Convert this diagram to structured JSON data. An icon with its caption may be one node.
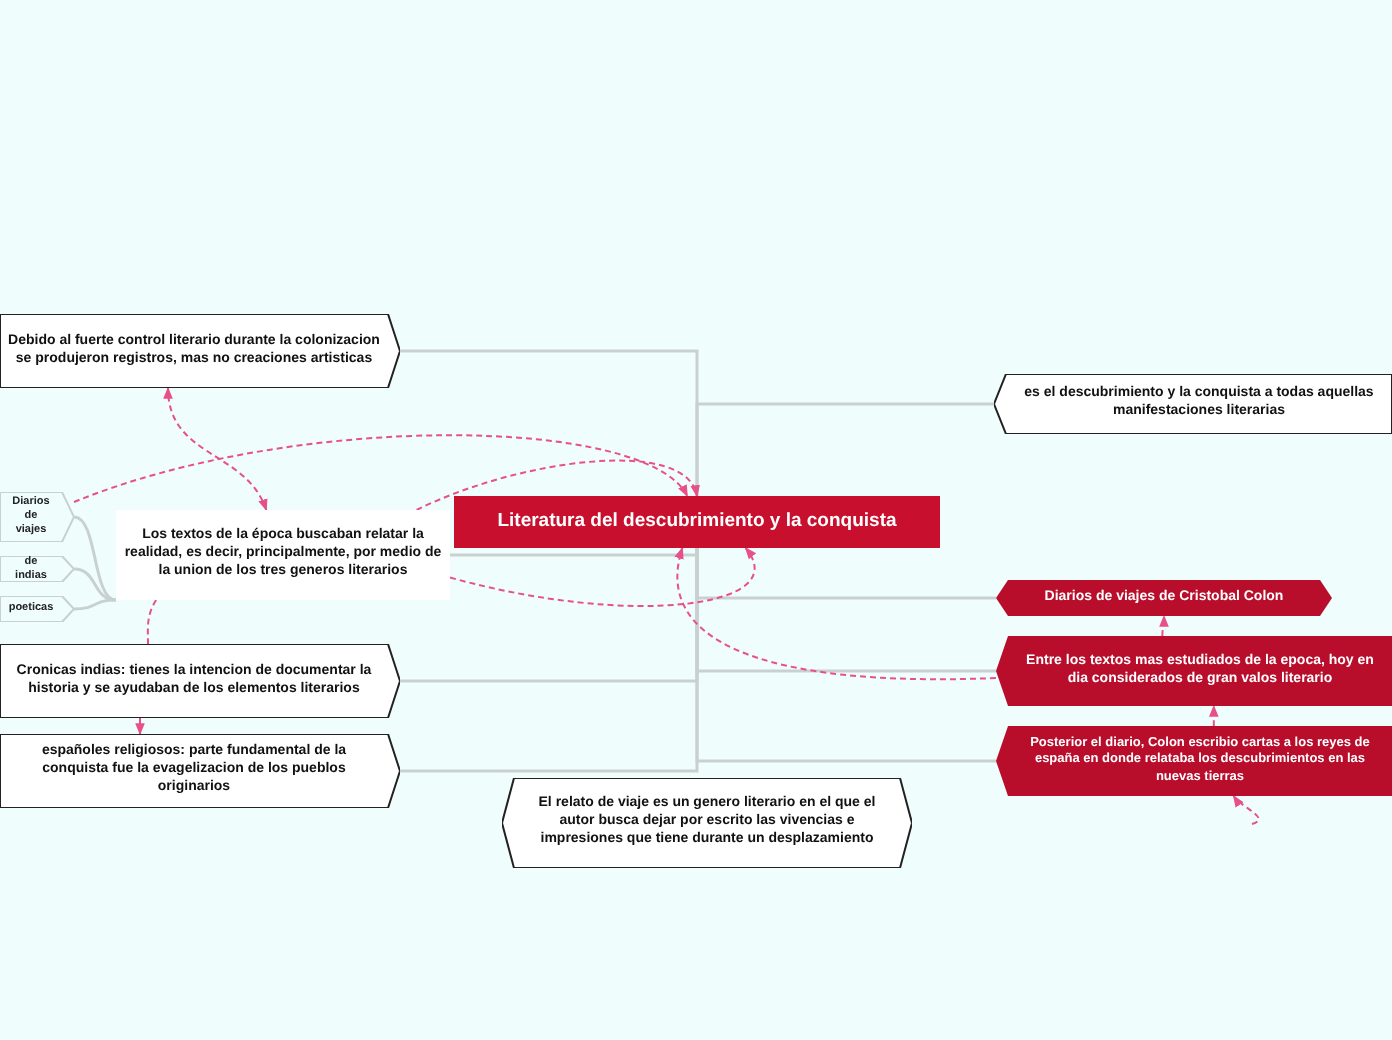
{
  "diagram": {
    "nodes": [
      {
        "text": [
          "Literatura del descubrimiento y la conquista"
        ]
      },
      {
        "text": [
          "Debido al fuerte control literario durante la colonizacion se produjeron registros, mas no creaciones artisticas"
        ]
      },
      {
        "text": [
          "Los textos de la época buscaban relatar la realidad, es decir, principalmente, por medio de la union de los tres generos literarios"
        ]
      },
      {
        "text": [
          "Diarios de viajes"
        ]
      },
      {
        "text": [
          "de indias"
        ]
      },
      {
        "text": [
          "poeticas"
        ]
      },
      {
        "text": [
          "Cronicas indias: tienes la intencion de documentar la historia y se ayudaban de los elementos literarios"
        ]
      },
      {
        "text": [
          "españoles religiosos: parte fundamental de la conquista fue la evagelizacion de los pueblos originarios"
        ]
      },
      {
        "text": [
          "El relato de viaje es un genero literario en el que el autor busca dejar por escrito las vivencias e impresiones que tiene durante un desplazamiento"
        ]
      },
      {
        "text": [
          "es el descubrimiento y la conquista a todas aquellas manifestaciones literarias"
        ]
      },
      {
        "text": [
          "Diarios de viajes de Cristobal Colon"
        ]
      },
      {
        "text": [
          "Entre los textos mas estudiados de la epoca, hoy en dia considerados de gran valos literario"
        ]
      },
      {
        "text": [
          "Posterior el diario, Colon escribio cartas a los reyes de españa en donde relataba los descubrimientos en las nuevas tierras"
        ]
      }
    ],
    "edges": [
      {
        "from": 0,
        "to": 1,
        "arrow": "none"
      },
      {
        "from": 0,
        "to": 2,
        "arrow": "none"
      },
      {
        "from": 2,
        "to": 3,
        "arrow": "none"
      },
      {
        "from": 2,
        "to": 4,
        "arrow": "none"
      },
      {
        "from": 2,
        "to": 5,
        "arrow": "none"
      },
      {
        "from": 0,
        "to": 6,
        "arrow": "none"
      },
      {
        "from": 0,
        "to": 7,
        "arrow": "none"
      },
      {
        "from": 0,
        "to": 9,
        "arrow": "none"
      },
      {
        "from": 0,
        "to": 10,
        "arrow": "none"
      },
      {
        "from": 0,
        "to": 11,
        "arrow": "none"
      },
      {
        "from": 0,
        "to": 12,
        "arrow": "none"
      },
      {
        "from": 2,
        "to": 1,
        "arrow": "both",
        "style": "dashed",
        "color": "#e8508a"
      },
      {
        "from": 3,
        "to": 0,
        "arrow": "to",
        "style": "dashed",
        "color": "#e8508a"
      },
      {
        "from": 2,
        "to": 0,
        "arrow": "to",
        "style": "dashed",
        "color": "#e8508a"
      },
      {
        "from": 2,
        "to": 0,
        "arrow": "to",
        "style": "dashed",
        "color": "#e8508a"
      },
      {
        "from": 2,
        "to": 6,
        "arrow": "none",
        "style": "dashed",
        "color": "#e8508a"
      },
      {
        "from": 6,
        "to": 7,
        "arrow": "to",
        "style": "dashed",
        "color": "#e8508a"
      },
      {
        "from": 11,
        "to": 0,
        "arrow": "to",
        "style": "dashed",
        "color": "#e8508a"
      },
      {
        "from": 11,
        "to": 10,
        "arrow": "to",
        "style": "dashed",
        "color": "#e8508a"
      },
      {
        "from": 12,
        "to": 11,
        "arrow": "to",
        "style": "dashed",
        "color": "#e8508a"
      },
      {
        "from": null,
        "to": 12,
        "arrow": "to",
        "style": "dashed",
        "color": "#e8508a"
      }
    ]
  }
}
